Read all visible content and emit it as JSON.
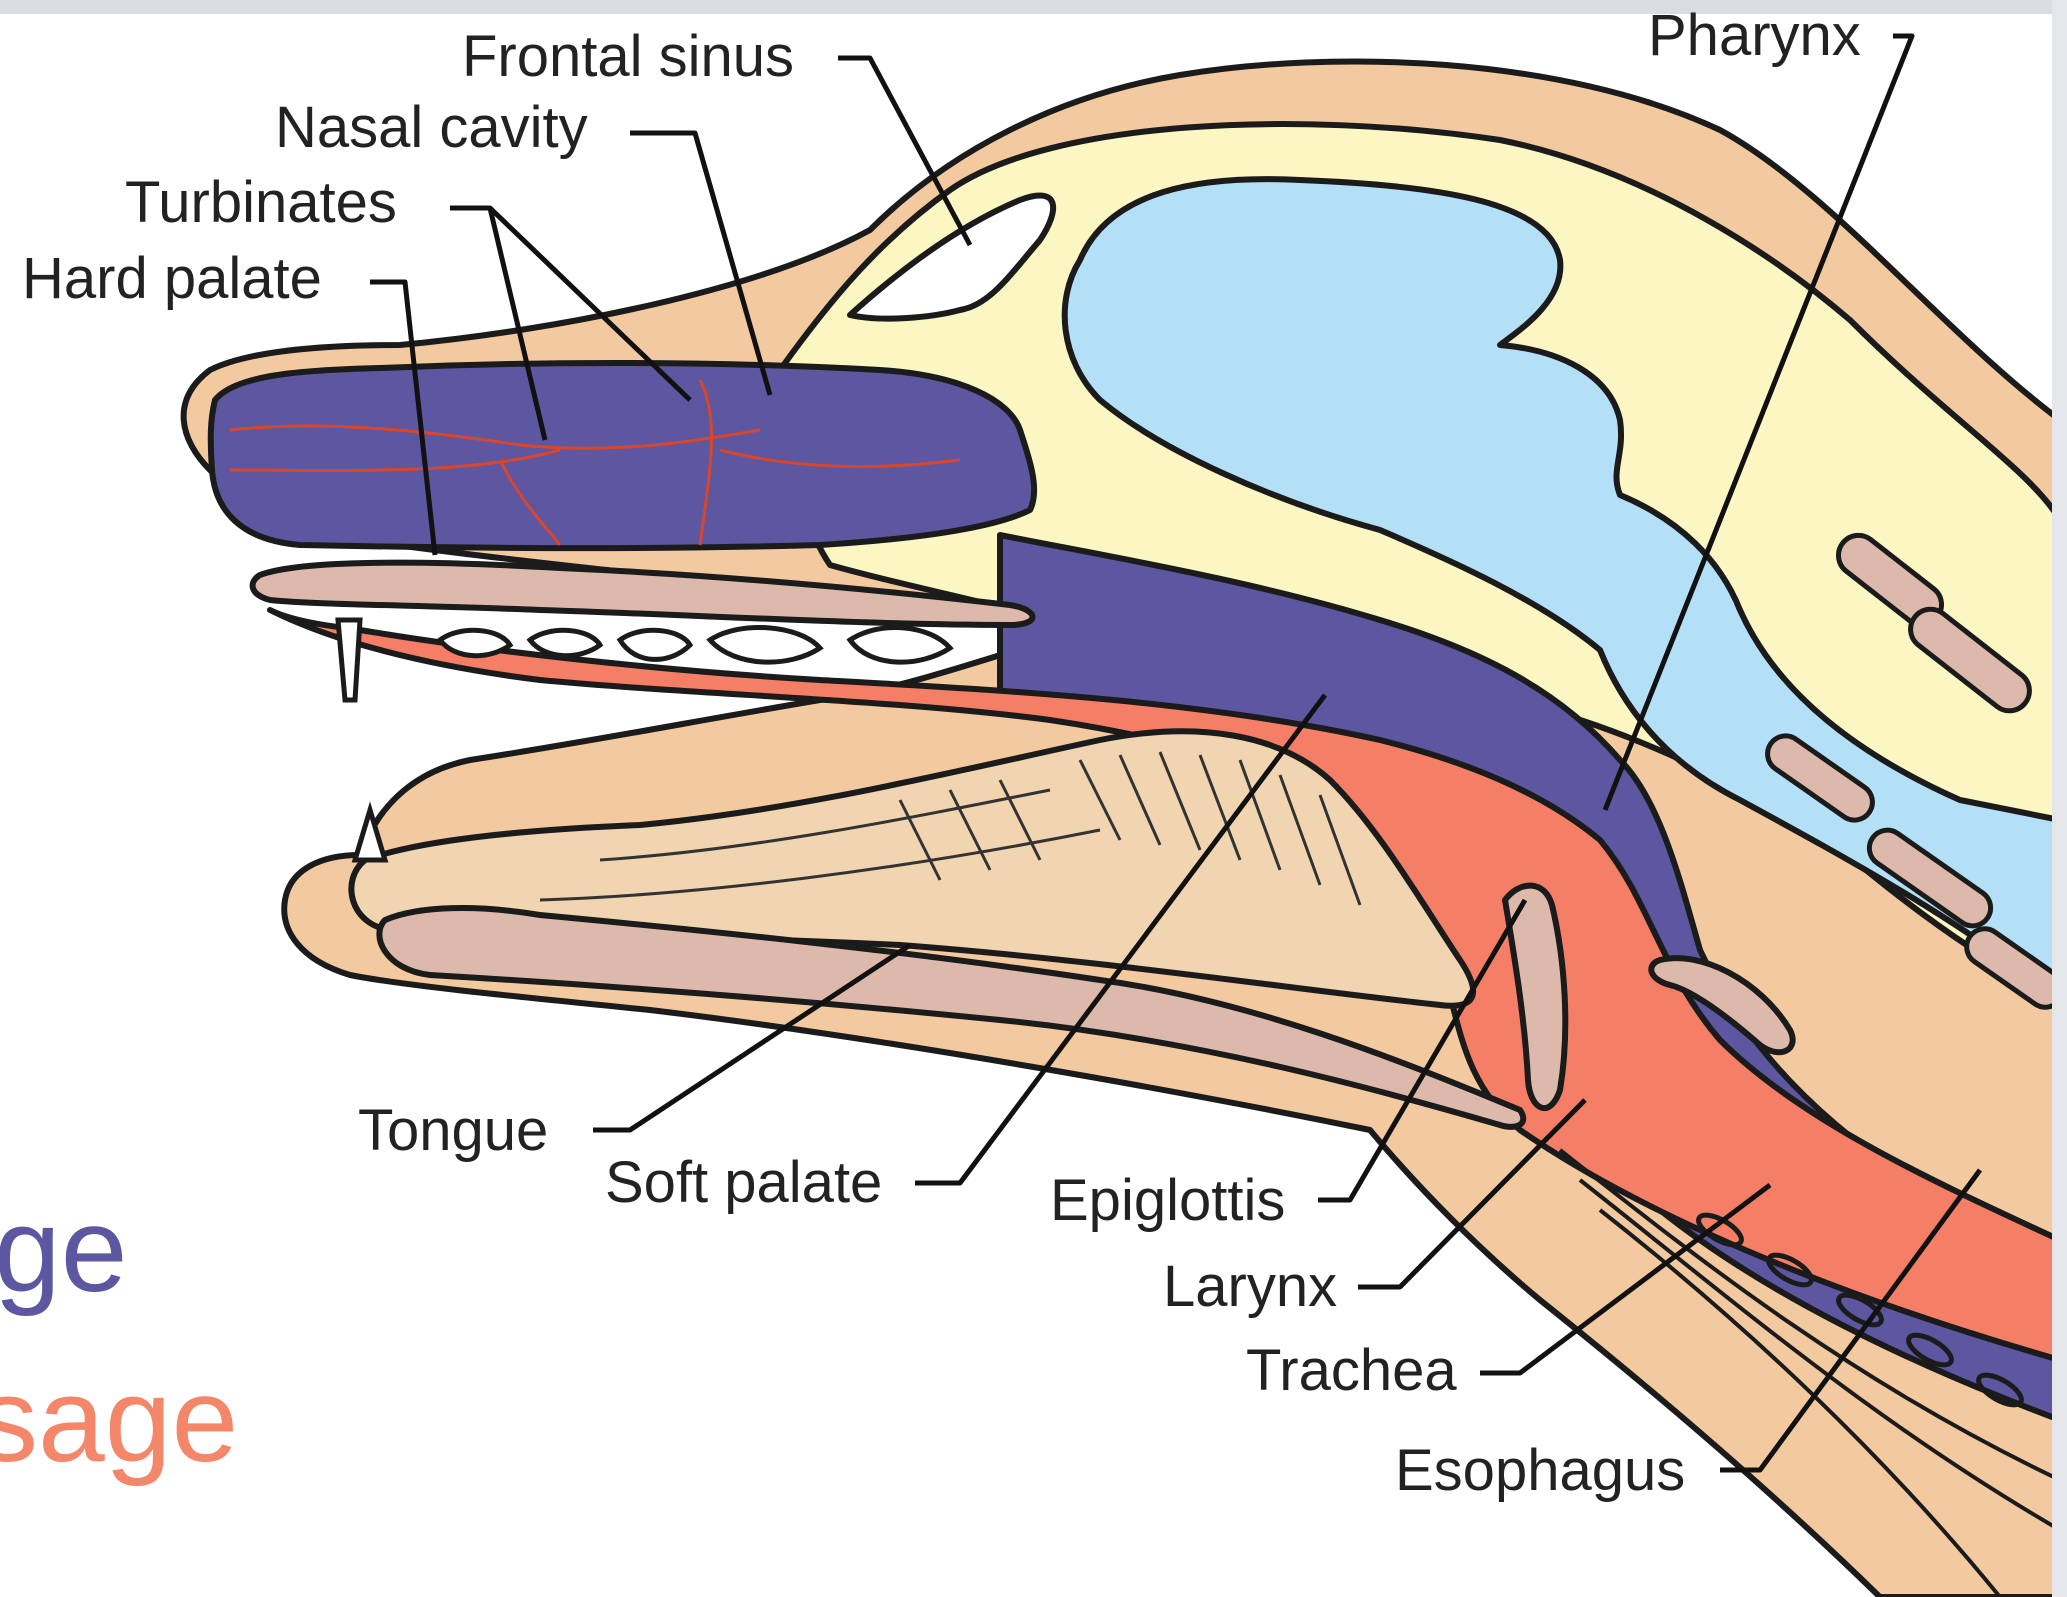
{
  "labels": {
    "frontal_sinus": "Frontal sinus",
    "nasal_cavity": "Nasal cavity",
    "turbinates": "Turbinates",
    "hard_palate": "Hard palate",
    "pharynx": "Pharynx",
    "tongue": "Tongue",
    "soft_palate": "Soft palate",
    "epiglottis": "Epiglottis",
    "larynx": "Larynx",
    "trachea": "Trachea",
    "esophagus": "Esophagus"
  },
  "legend": {
    "air_fragment": "ge",
    "food_fragment": "sage"
  },
  "colors": {
    "skin": "#f3c9a0",
    "brain_fill": "#fbf6c2",
    "brain_inner": "#b3e0f7",
    "airway": "#5d56a0",
    "food_passage": "#f47f66",
    "tongue_muscle": "#f1d4b0",
    "bone": "#dcb9aa",
    "teeth": "#ffffff",
    "air_legend": "#5d56a0",
    "food_legend": "#f4876a"
  }
}
